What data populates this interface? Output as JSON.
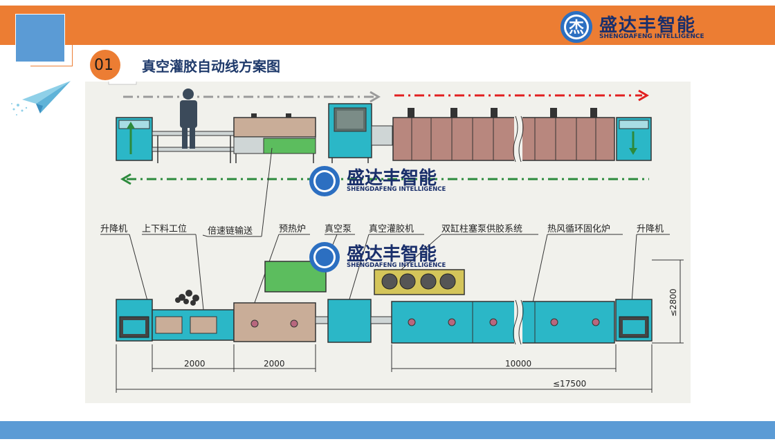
{
  "header": {
    "brand_cn": "盛达丰智能",
    "brand_en": "SHENGDAFENG INTELLIGENCE",
    "logo_char": "杰"
  },
  "section": {
    "number": "01",
    "title": "真空灌胶自动线方案图"
  },
  "diagram": {
    "labels": {
      "lift_left": "升降机",
      "loading_station": "上下料工位",
      "speed_chain": "倍速链输送",
      "preheat_oven": "预热炉",
      "vacuum_pump": "真空泵",
      "vacuum_potting": "真空灌胶机",
      "plunger_pump": "双缸柱塞泵供胶系统",
      "curing_oven": "热风循环固化炉",
      "lift_right": "升降机"
    },
    "dimensions": {
      "d1": "2000",
      "d2": "2000",
      "d3": "10000",
      "total": "≤17500",
      "height": "≤2800"
    },
    "watermark_cn": "盛达丰智能",
    "watermark_en": "SHENGDAFENG INTELLIGENCE",
    "colors": {
      "teal": "#2bb7c7",
      "oven_brown": "#b8877e",
      "preheat_tan": "#c9ad98",
      "pump_green": "#5cbd5e",
      "arrow_gray": "#9a9a9a",
      "arrow_red": "#e21f1f",
      "arrow_green": "#2c8a3c"
    }
  },
  "theme": {
    "orange": "#ec7d33",
    "blue": "#5b9bd5"
  }
}
